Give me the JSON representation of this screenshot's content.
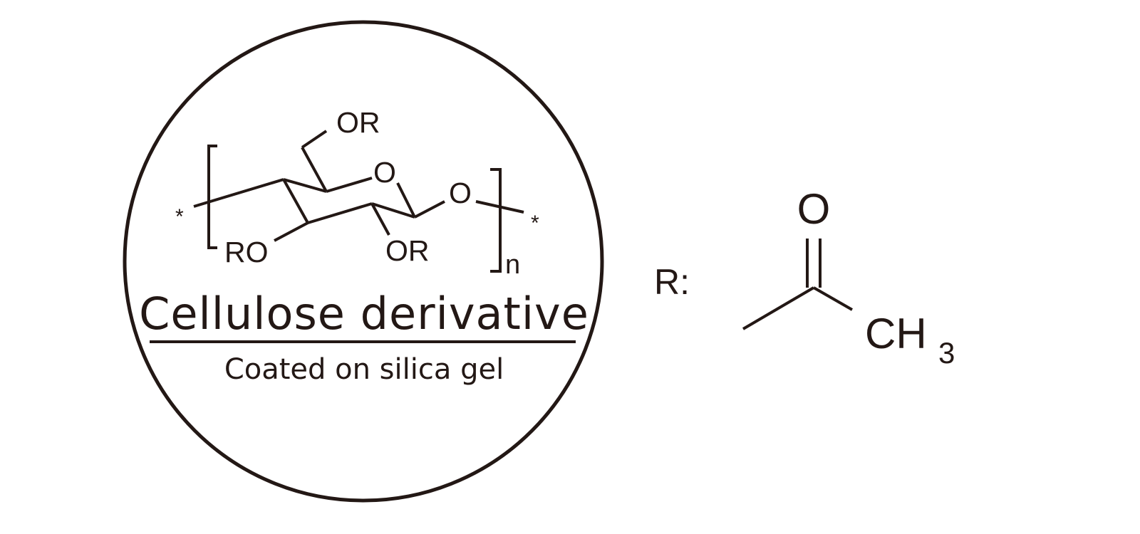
{
  "colors": {
    "ink": "#231815",
    "background": "#ffffff"
  },
  "structure": {
    "atoms": {
      "or_top": "OR",
      "ring_o": "O",
      "glyco_o": "O",
      "or_left": "RO",
      "or_right": "OR",
      "end_left": "*",
      "end_right": "*",
      "repeat_n": "n"
    }
  },
  "captions": {
    "title": "Cellulose derivative",
    "subtitle": "Coated on silica gel"
  },
  "substituent": {
    "label": "R:",
    "carbonyl_o": "O",
    "methyl_main": "CH",
    "methyl_sub": "3"
  }
}
